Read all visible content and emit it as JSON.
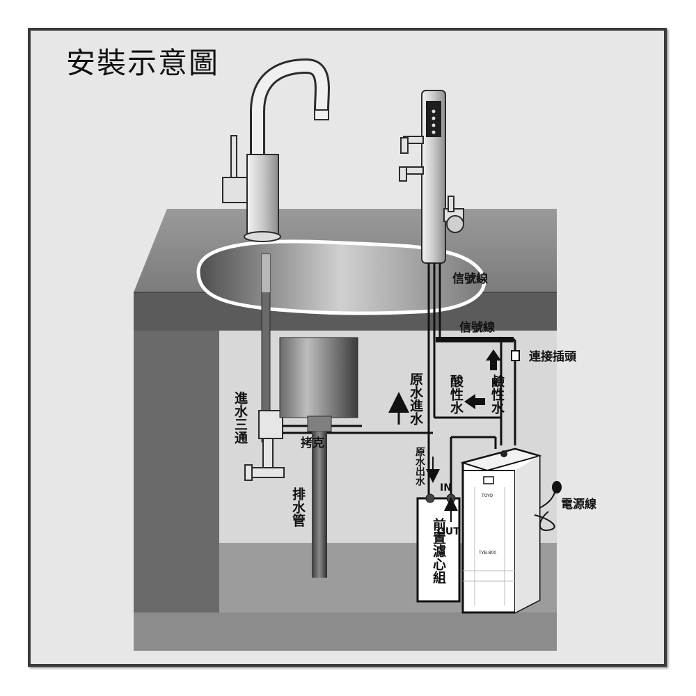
{
  "title": "安裝示意圖",
  "labels": {
    "signal_line_top": "信號線",
    "signal_line_mid": "信號線",
    "connector_plug": "連接插頭",
    "raw_water_in": "原水進水",
    "acidic_water": "酸性水",
    "alkaline_water": "鹼性水",
    "inlet_tee": "進水三通",
    "fitting": "拷克",
    "raw_water_out": "原水出水",
    "in_port": "IN",
    "out_port": "OUT",
    "drain_pipe": "排水管",
    "prefilter": "前置濾心組",
    "power_cord": "電源線"
  },
  "device_text": {
    "brand": "TOYO",
    "model": "TYB-800"
  }
}
